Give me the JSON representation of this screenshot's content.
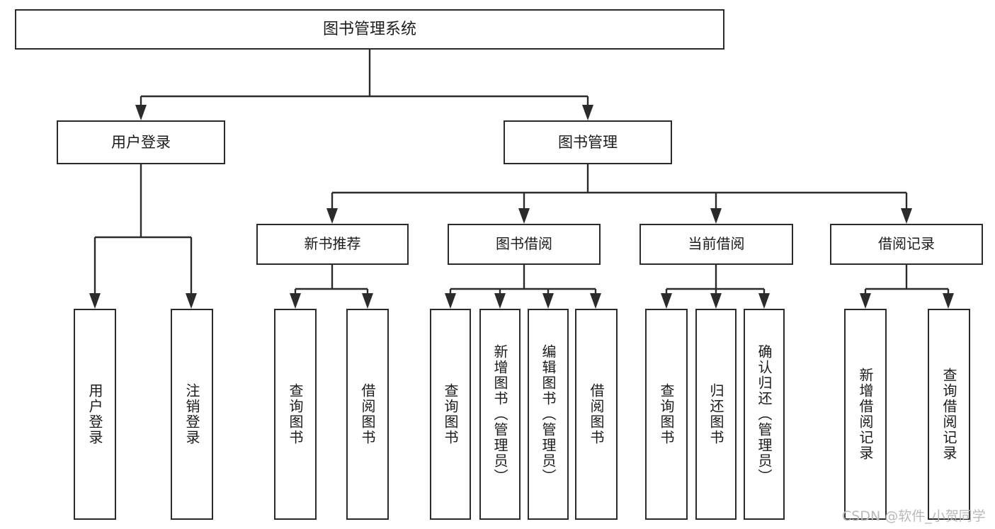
{
  "diagram": {
    "type": "tree-hierarchy",
    "title": "图书管理系统",
    "watermark": "CSDN @软件_小贺同学",
    "colors": {
      "stroke": "#2b2b2b",
      "box_fill": "#ffffff",
      "text": "#1b1b1b",
      "background": "#ffffff",
      "watermark": "#b9b9b9"
    },
    "nodes": {
      "root": {
        "label": "图书管理系统"
      },
      "level2": [
        {
          "label": "用户登录"
        },
        {
          "label": "图书管理"
        }
      ],
      "level3": [
        {
          "label": "新书推荐"
        },
        {
          "label": "图书借阅"
        },
        {
          "label": "当前借阅"
        },
        {
          "label": "借阅记录"
        }
      ],
      "leaves": [
        {
          "label": "用户登录",
          "parent": "用户登录"
        },
        {
          "label": "注销登录",
          "parent": "用户登录"
        },
        {
          "label": "查询图书",
          "parent": "新书推荐"
        },
        {
          "label": "借阅图书",
          "parent": "新书推荐"
        },
        {
          "label": "查询图书",
          "parent": "图书借阅"
        },
        {
          "label": "新增图书（管理员）",
          "parent": "图书借阅"
        },
        {
          "label": "编辑图书（管理员）",
          "parent": "图书借阅"
        },
        {
          "label": "借阅图书",
          "parent": "图书借阅"
        },
        {
          "label": "查询图书",
          "parent": "当前借阅"
        },
        {
          "label": "归还图书",
          "parent": "当前借阅"
        },
        {
          "label": "确认归还（管理员）",
          "parent": "当前借阅"
        },
        {
          "label": "新增借阅记录",
          "parent": "借阅记录"
        },
        {
          "label": "查询借阅记录",
          "parent": "借阅记录"
        }
      ]
    }
  }
}
